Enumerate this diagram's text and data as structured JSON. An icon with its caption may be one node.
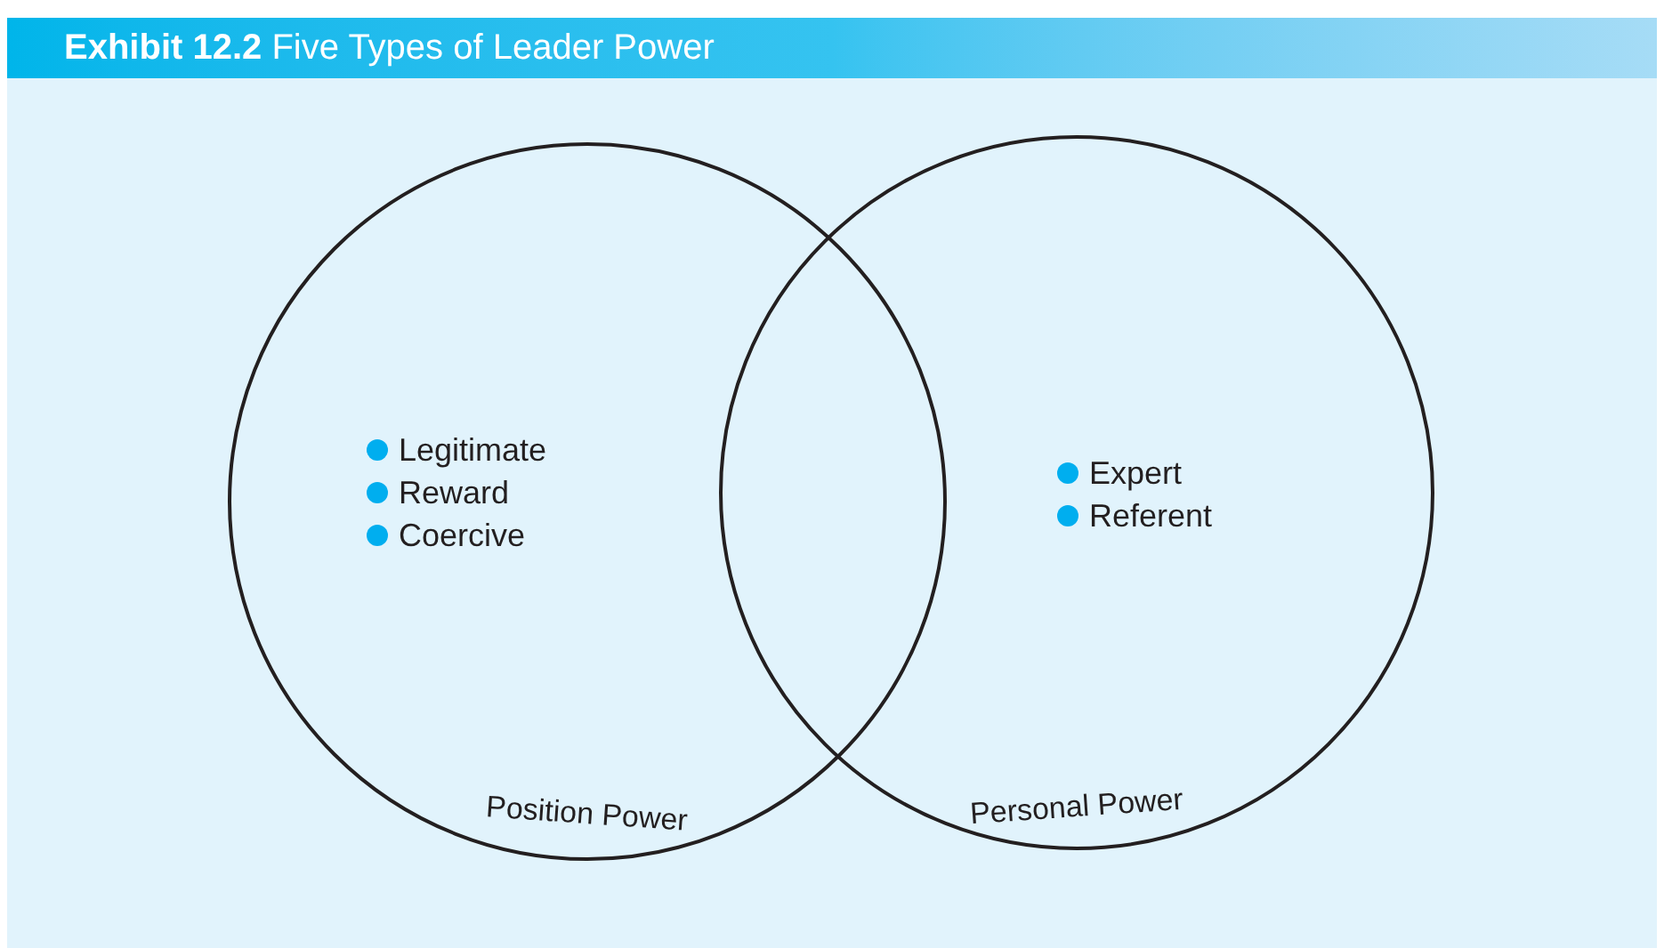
{
  "diagram": {
    "title": "**Exhibit 12.2** Five Types of Leader Power",
    "nodes": [
      {
        "text": [
          "Position Power",
          "Legitimate",
          "Reward",
          "Coercive"
        ]
      },
      {
        "text": [
          "Personal Power",
          "Expert",
          "Referent"
        ]
      }
    ]
  }
}
